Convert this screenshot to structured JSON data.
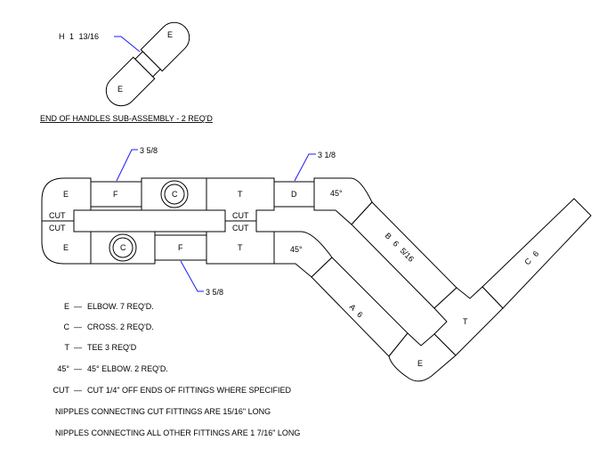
{
  "subassembly": {
    "title": "END OF HANDLES SUB-ASSEMBLY - 2 REQ'D",
    "nipple_label": "H  1 13/16",
    "elbow_label": "E"
  },
  "assembly": {
    "labels": {
      "elbow": "E",
      "nipple_f": "F",
      "cross": "C",
      "tee": "T",
      "nipple_d": "D",
      "elbow45": "45°",
      "cut": "CUT",
      "pipe_a": "A  6",
      "pipe_b": "B  6 5/16",
      "pipe_c": "C  6"
    },
    "dimensions": {
      "top_f": "3 5/8",
      "top_d": "3 1/8",
      "bottom_f": "3 5/8"
    }
  },
  "colors": {
    "leader": "#1a1aff",
    "line": "#000000"
  },
  "notes": [
    {
      "key": "E",
      "text": "ELBOW. 7 REQ'D."
    },
    {
      "key": "C",
      "text": "CROSS. 2 REQ'D."
    },
    {
      "key": "T",
      "text": "TEE  3 REQ'D"
    },
    {
      "key": "45°",
      "text": "45° ELBOW. 2 REQ'D."
    },
    {
      "key": "CUT",
      "text": "CUT 1/4\" OFF ENDS OF FITTINGS WHERE SPECIFIED"
    }
  ],
  "extra_notes": [
    "NIPPLES CONNECTING CUT FITTINGS ARE 15/16\" LONG",
    "NIPPLES CONNECTING ALL OTHER FITTINGS ARE 1 7/16\" LONG"
  ],
  "dash": "—"
}
